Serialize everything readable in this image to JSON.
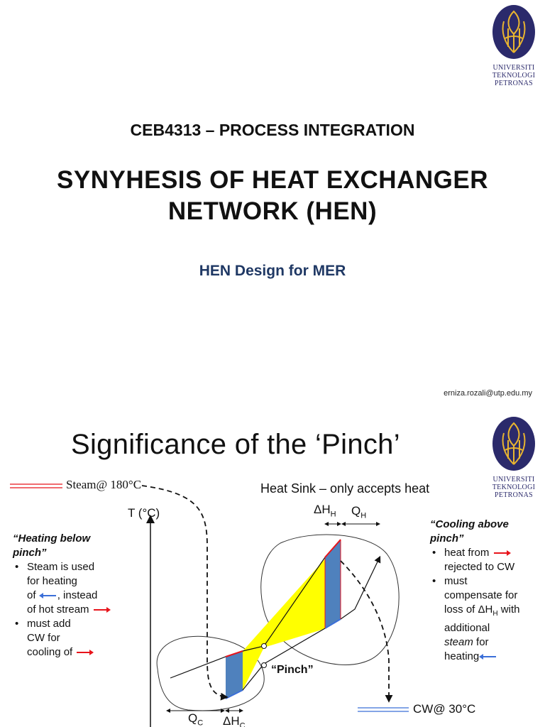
{
  "slide1": {
    "logo": {
      "line1": "UNIVERSITI",
      "line2": "TEKNOLOGI",
      "line3": "PETRONAS"
    },
    "course": "CEB4313 – PROCESS INTEGRATION",
    "title_line1": "SYNYHESIS OF HEAT EXCHANGER",
    "title_line2": "NETWORK (HEN)",
    "subtitle": "HEN Design for MER",
    "email": "erniza.rozali@utp.edu.my"
  },
  "slide2": {
    "logo": {
      "line1": "UNIVERSITI",
      "line2": "TEKNOLOGI",
      "line3": "PETRONAS"
    },
    "title": "Significance of the ‘Pinch’",
    "steam_label": "Steam@ 180°C",
    "heat_sink_label": "Heat Sink – only accepts heat",
    "t_axis_label": "T (°C)",
    "dh_h_main": "ΔH",
    "dh_h_sub": "H",
    "q_h_main": "Q",
    "q_h_sub": "H",
    "q_c_main": "Q",
    "q_c_sub": "C",
    "dh_c_main": "ΔH",
    "dh_c_sub": "C",
    "pinch_label": "“Pinch”",
    "cw_label": "CW@ 30°C",
    "left_note": {
      "heading_line1": "“Heating below",
      "heading_line2": "pinch”",
      "b1_l1": "Steam is used",
      "b1_l2": "for heating",
      "b1_l3a": "of",
      "b1_l3b": ", instead",
      "b1_l4": "of hot stream",
      "b2_l1": "must add",
      "b2_l2": "CW for",
      "b2_l3": "cooling of"
    },
    "right_note": {
      "heading_line1": "“Cooling above",
      "heading_line2": "pinch”",
      "b1_l1": "heat from",
      "b1_l2": "rejected to CW",
      "b2_l1": "must",
      "b2_l2": "compensate for",
      "b2_l3a": "loss of",
      "b2_l3b": "with",
      "b2_l4": "additional",
      "b2_l5a": "steam",
      "b2_l5b": "for",
      "b2_l6": "heating"
    },
    "colors": {
      "hot": "#e8141b",
      "cold": "#3b6fd8",
      "yellow": "#ffff00",
      "blue_block": "#4f81bd"
    }
  }
}
